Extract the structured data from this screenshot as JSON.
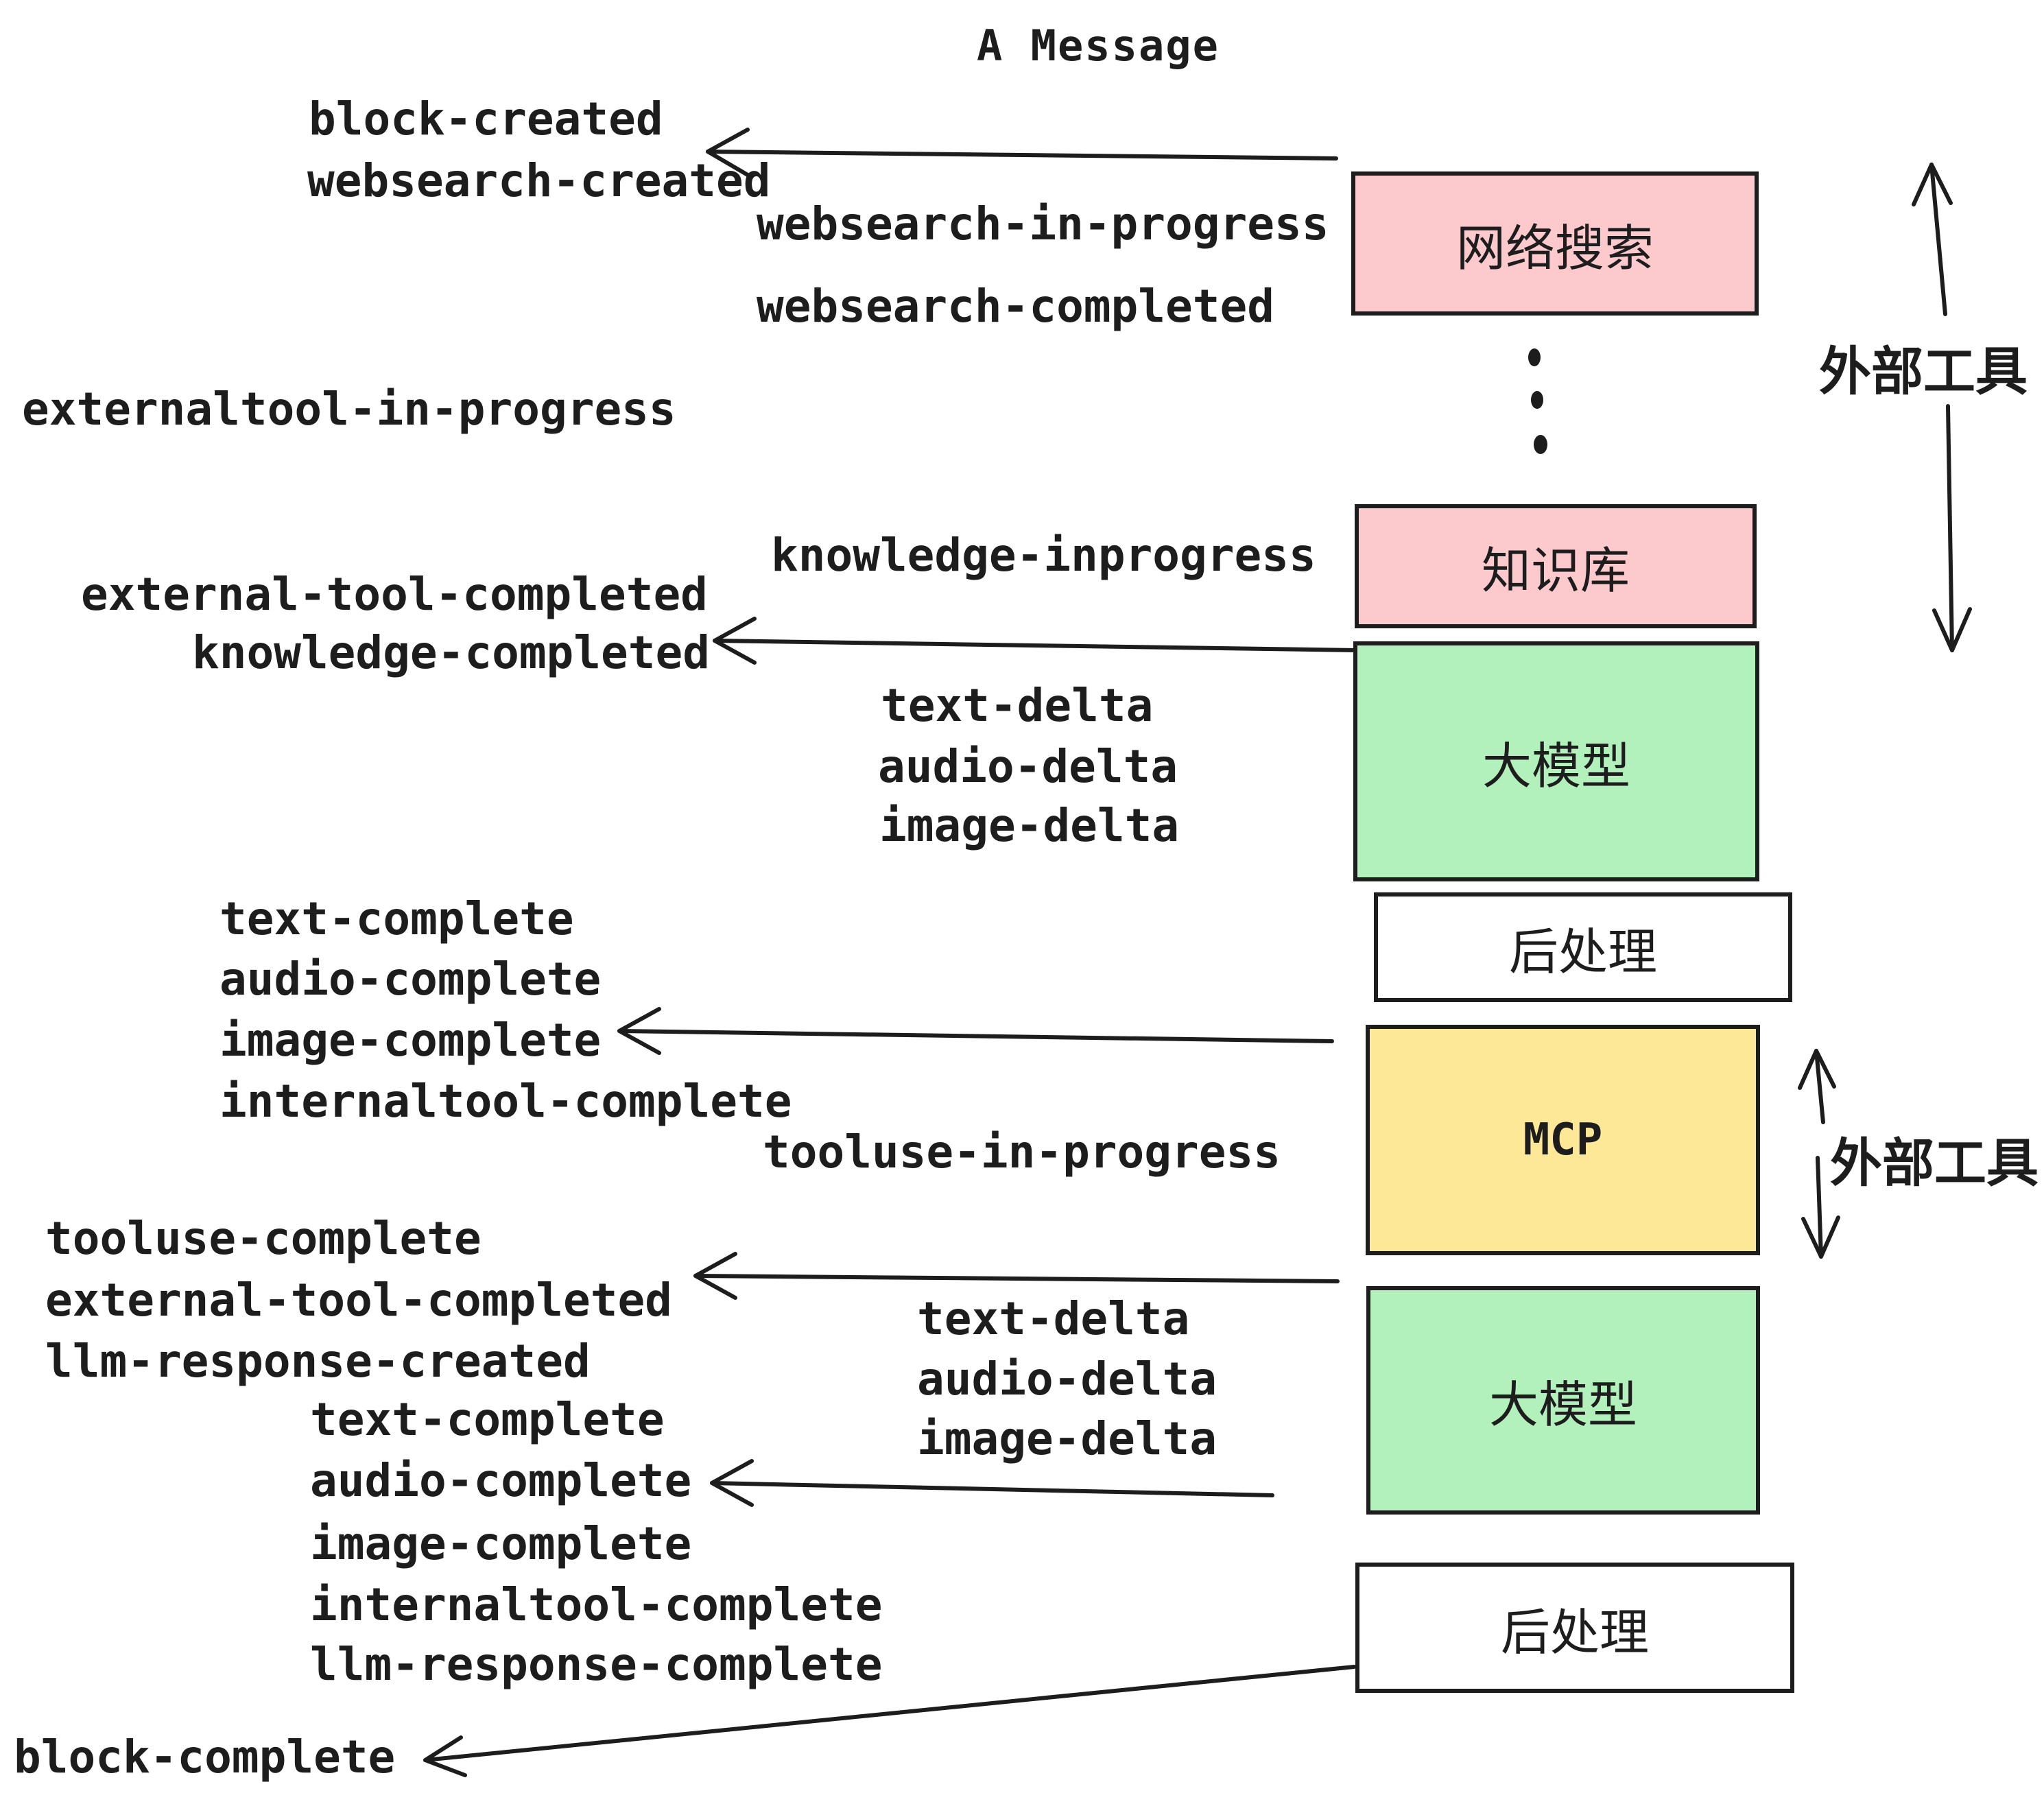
{
  "title": "A Message",
  "colors": {
    "pink": "#fcc9cd",
    "green": "#b2f0bc",
    "yellow": "#fce896",
    "ink": "#1d1d1d",
    "paper": "#ffffff"
  },
  "boxes": {
    "websearch": {
      "label": "网络搜索"
    },
    "knowledge": {
      "label": "知识库"
    },
    "model1": {
      "label": "大模型"
    },
    "post1": {
      "label": "后处理"
    },
    "mcp": {
      "label": "MCP"
    },
    "model2": {
      "label": "大模型"
    },
    "post2": {
      "label": "后处理"
    }
  },
  "side_labels": {
    "external_tools_top": "外部工具",
    "external_tools_mid": "外部工具"
  },
  "events": {
    "block_created": "block-created",
    "websearch_created": "websearch-created",
    "websearch_in_progress": "websearch-in-progress",
    "websearch_completed": "websearch-completed",
    "externaltool_in_progress": "externaltool-in-progress",
    "knowledge_inprogress": "knowledge-inprogress",
    "external_tool_completed_1": "external-tool-completed",
    "knowledge_completed": "knowledge-completed",
    "text_delta_1": "text-delta",
    "audio_delta_1": "audio-delta",
    "image_delta_1": "image-delta",
    "text_complete_1": "text-complete",
    "audio_complete_1": "audio-complete",
    "image_complete_1": "image-complete",
    "internaltool_complete_1": "internaltool-complete",
    "tooluse_in_progress": "tooluse-in-progress",
    "tooluse_complete": "tooluse-complete",
    "external_tool_completed_2": "external-tool-completed",
    "llm_response_created": "llm-response-created",
    "text_delta_2": "text-delta",
    "audio_delta_2": "audio-delta",
    "image_delta_2": "image-delta",
    "text_complete_2": "text-complete",
    "audio_complete_2": "audio-complete",
    "image_complete_2": "image-complete",
    "internaltool_complete_2": "internaltool-complete",
    "llm_response_complete": "llm-response-complete",
    "block_complete": "block-complete"
  }
}
